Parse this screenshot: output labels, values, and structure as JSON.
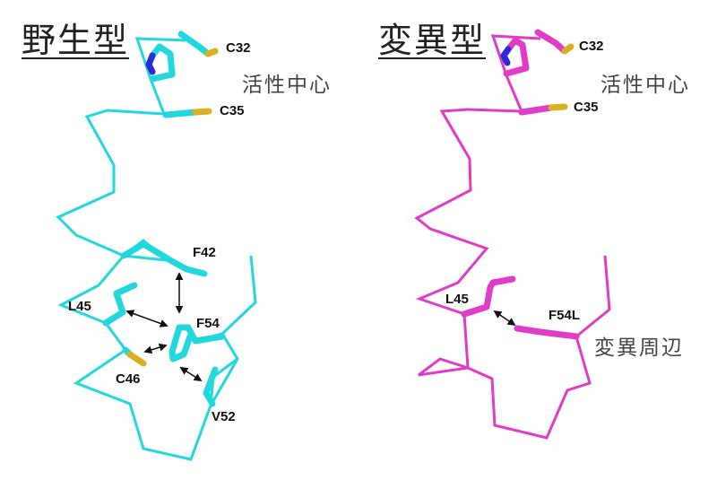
{
  "colors": {
    "wild_type": "#22d8dc",
    "mutant": "#e03cc8",
    "sulfur": "#d8b020",
    "nitrogen": "#2a2ad8",
    "arrow": "#111111"
  },
  "wild_type": {
    "title": "野生型",
    "active_site_label": "活性中心",
    "residues": {
      "c32": "C32",
      "c35": "C35",
      "f42": "F42",
      "l45": "L45",
      "f54": "F54",
      "c46": "C46",
      "v52": "V52"
    }
  },
  "mutant": {
    "title": "変異型",
    "active_site_label": "活性中心",
    "mutation_area_label": "変異周辺",
    "residues": {
      "c32": "C32",
      "c35": "C35",
      "l45": "L45",
      "f54l": "F54L"
    }
  }
}
